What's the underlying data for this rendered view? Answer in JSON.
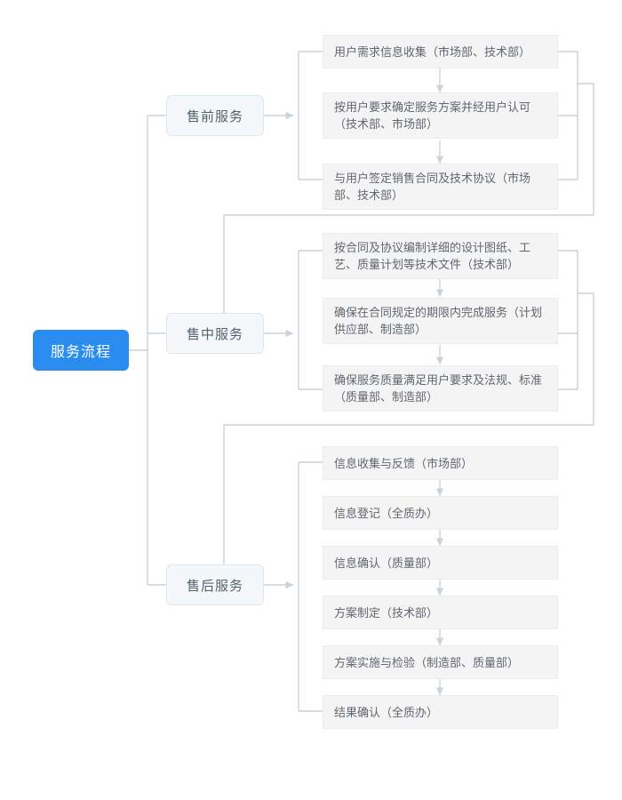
{
  "diagram": {
    "type": "flowchart",
    "title": "服务流程",
    "orientation": "left-to-right tree with vertical sequential sub-steps",
    "colors": {
      "root_fill": "#2b8cf0",
      "root_text": "#ffffff",
      "phase_fill": "#f4f8fb",
      "phase_border": "#dfe6ec",
      "phase_text": "#53606e",
      "leaf_fill": "#f4f4f5",
      "leaf_border": "#ececee",
      "leaf_text": "#60676f",
      "connector": "#c9d3dc",
      "arrow": "#c9d3dc",
      "background": "#ffffff"
    }
  },
  "root": {
    "label": "服务流程"
  },
  "phases": [
    {
      "label": "售前服务",
      "steps": [
        {
          "label": "用户需求信息收集（市场部、技术部）"
        },
        {
          "label": "按用户要求确定服务方案并经用户认可（技术部、市场部）"
        },
        {
          "label": "与用户签定销售合同及技术协议（市场部、技术部）"
        }
      ]
    },
    {
      "label": "售中服务",
      "steps": [
        {
          "label": "按合同及协议编制详细的设计图纸、工艺、质量计划等技术文件（技术部）"
        },
        {
          "label": "确保在合同规定的期限内完成服务（计划供应部、制造部）"
        },
        {
          "label": "确保服务质量满足用户要求及法规、标准（质量部、制造部）"
        }
      ]
    },
    {
      "label": "售后服务",
      "steps": [
        {
          "label": "信息收集与反馈（市场部）"
        },
        {
          "label": "信息登记（全质办）"
        },
        {
          "label": "信息确认（质量部）"
        },
        {
          "label": "方案制定（技术部）"
        },
        {
          "label": "方案实施与检验（制造部、质量部）"
        },
        {
          "label": "结果确认（全质办）"
        }
      ]
    }
  ]
}
